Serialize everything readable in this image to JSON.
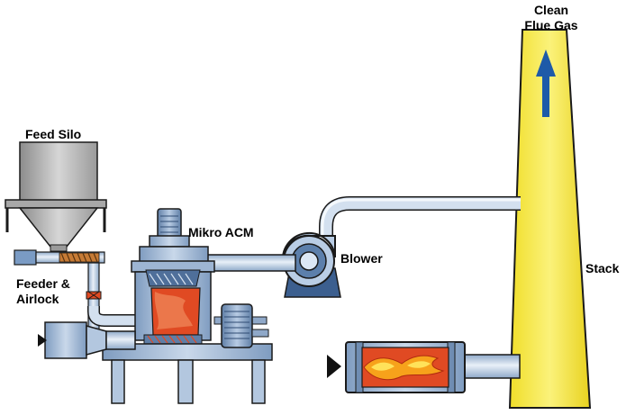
{
  "labels": {
    "clean_flue_gas_line1": "Clean",
    "clean_flue_gas_line2": "Flue Gas",
    "feed_silo": "Feed Silo",
    "mikro_acm": "Mikro ACM",
    "blower": "Blower",
    "stack": "Stack",
    "feeder_line1": "Feeder &",
    "feeder_line2": "Airlock"
  },
  "colors": {
    "stack_fill": "#f5e83a",
    "pipe": "#c8d8ec",
    "equipment": "#a9bfd9",
    "silo": "#bfbfbf",
    "flame": "#e8502a",
    "arrow": "#1e5aa8",
    "outline": "#1a1a1a"
  },
  "icons": {
    "flow_arrow": "arrow-up-icon",
    "inlet_markers": "triangle-right-icon"
  }
}
